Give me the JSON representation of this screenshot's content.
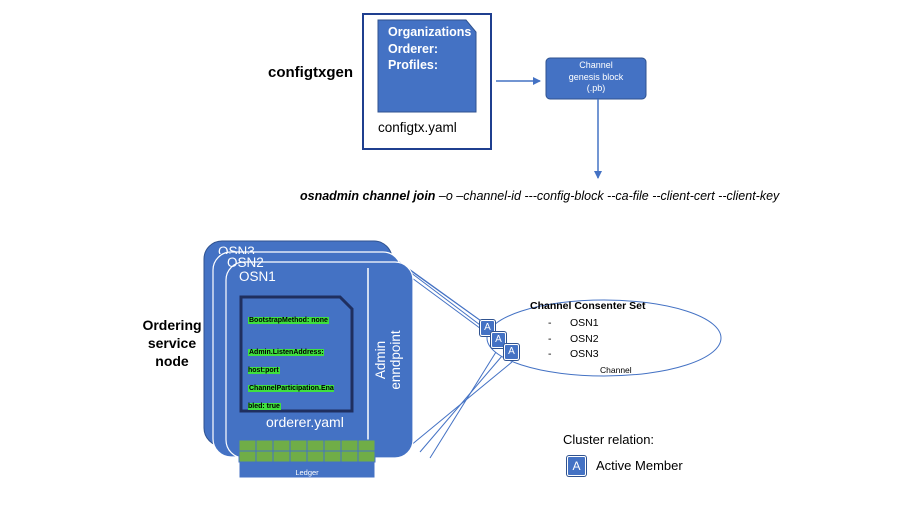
{
  "configtxgen_label": "configtxgen",
  "configtx": {
    "lines": [
      "Organizations",
      "Orderer:",
      "Profiles:"
    ],
    "file_label": "configtx.yaml"
  },
  "genesis_block": [
    "Channel",
    "genesis block",
    "(.pb)"
  ],
  "command": {
    "bold_part": "osnadmin channel join",
    "rest": " –o –channel-id ---config-block  --ca-file --client-cert  --client-key"
  },
  "osn_titles": [
    "OSN3",
    "OSN2",
    "OSN1"
  ],
  "ordering_service_node": [
    "Ordering",
    "service",
    "node"
  ],
  "orderer_settings": [
    "BootstrapMethod: none",
    "Admin.ListenAddress: host:port",
    "ChannelParticipation.Enabled: true"
  ],
  "orderer_file_label": "orderer.yaml",
  "ledger_label": "Ledger",
  "admin_endpoint": [
    "Admin",
    "enndpoint"
  ],
  "channel_consenter": {
    "title": "Channel Consenter  Set",
    "members": [
      "OSN1",
      "OSN2",
      "OSN3"
    ],
    "bullet": "-",
    "channel_label": "Channel"
  },
  "badge_letter": "A",
  "legend": {
    "title": "Cluster relation:",
    "badge": "A",
    "label": "Active Member"
  },
  "colors": {
    "accent": "#4472c4",
    "dark_border": "#2f528f",
    "frame": "#1f3f8f",
    "ledger_cell": "#70ad47",
    "highlight": "#3fe03f"
  }
}
